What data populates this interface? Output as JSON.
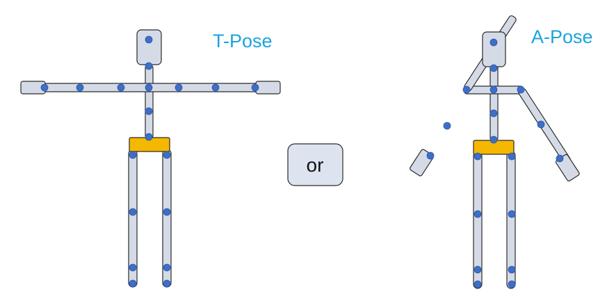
{
  "labels": {
    "left_pose": "T-Pose",
    "right_pose": "A-Pose",
    "connector": "or"
  },
  "colors": {
    "label": "#1aa3e0",
    "bone_fill": "#d5dbe6",
    "pelvis_fill": "#f5b800",
    "joint_fill": "#3d6fc9",
    "or_box_fill": "#dde4f0"
  }
}
